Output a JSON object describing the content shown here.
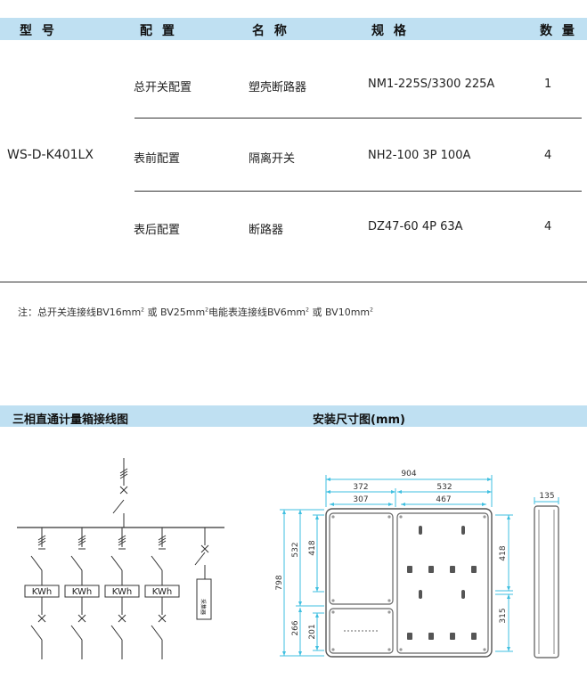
{
  "table": {
    "headers": {
      "model": "型 号",
      "config": "配 置",
      "name": "名 称",
      "spec": "规 格",
      "qty": "数 量"
    },
    "model_value": "WS-D-K401LX",
    "rows": [
      {
        "config": "总开关配置",
        "name": "塑壳断路器",
        "spec": "NM1-225S/3300 225A",
        "qty": "1"
      },
      {
        "config": "表前配置",
        "name": "隔离开关",
        "spec": "NH2-100 3P 100A",
        "qty": "4"
      },
      {
        "config": "表后配置",
        "name": "断路器",
        "spec": "DZ47-60 4P 63A",
        "qty": "4"
      }
    ]
  },
  "note": {
    "prefix": "注：总开关连接线BV16mm",
    "sup1": "2",
    "part2": " 或 BV25mm",
    "sup2": "2",
    "part3": "电能表连接线BV6mm",
    "sup3": "2",
    "part4": " 或 BV10mm",
    "sup4": "2"
  },
  "sections": {
    "wiring_title": "三相直通计量箱接线图",
    "dimension_title": "安装尺寸图(mm)"
  },
  "wiring": {
    "meter_label": "KWh",
    "collector_label": "采集器"
  },
  "dimensions": {
    "total_width": "904",
    "left_width": "372",
    "left_inner": "307",
    "right_width": "532",
    "right_inner": "467",
    "side_depth": "135",
    "total_height": "798",
    "upper_height": "532",
    "upper_inner": "418",
    "lower_height": "266",
    "lower_inner": "201",
    "right_upper": "418",
    "right_lower": "315"
  }
}
